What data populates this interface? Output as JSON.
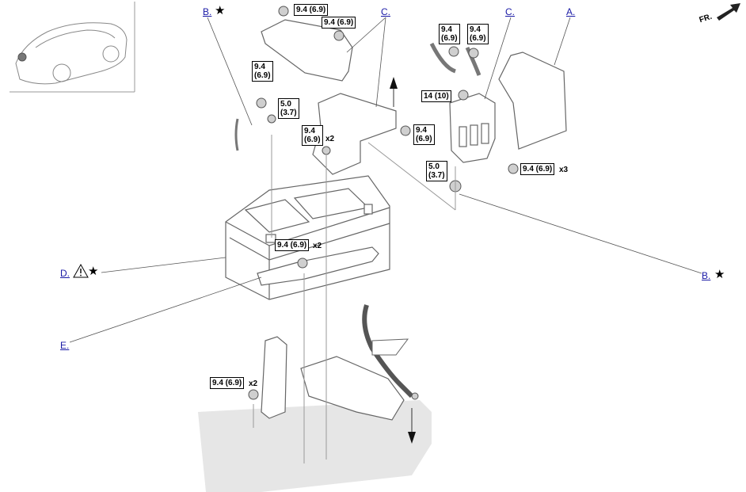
{
  "callouts": {
    "b_top": "B.",
    "c_top": "C.",
    "c_right": "C.",
    "a_right": "A.",
    "d_left": "D.",
    "e_left": "E.",
    "b_right": "B."
  },
  "star_symbol": "★",
  "orientation": "FR.",
  "torques": {
    "t1": [
      "9.4 (6.9)"
    ],
    "t2": [
      "9.4 (6.9)"
    ],
    "t3": [
      "9.4",
      "(6.9)"
    ],
    "t4": [
      "9.4",
      "(6.9)"
    ],
    "t5": [
      "9.4",
      "(6.9)"
    ],
    "t6": [
      "5.0",
      "(3.7)"
    ],
    "t7": [
      "9.4",
      "(6.9)"
    ],
    "t8": [
      "9.4",
      "(6.9)"
    ],
    "t9": [
      "14 (10)"
    ],
    "t10": [
      "5.0",
      "(3.7)"
    ],
    "t11": [
      "9.4 (6.9)"
    ],
    "t12": [
      "9.4 (6.9)"
    ],
    "t13": [
      "9.4 (6.9)"
    ]
  },
  "quantities": {
    "q1": "x2",
    "q2": "x3",
    "q3": "x2",
    "q4": "x2"
  },
  "colors": {
    "link": "#1a1aa6",
    "line": "#777777",
    "floor": "#e6e6e6"
  }
}
